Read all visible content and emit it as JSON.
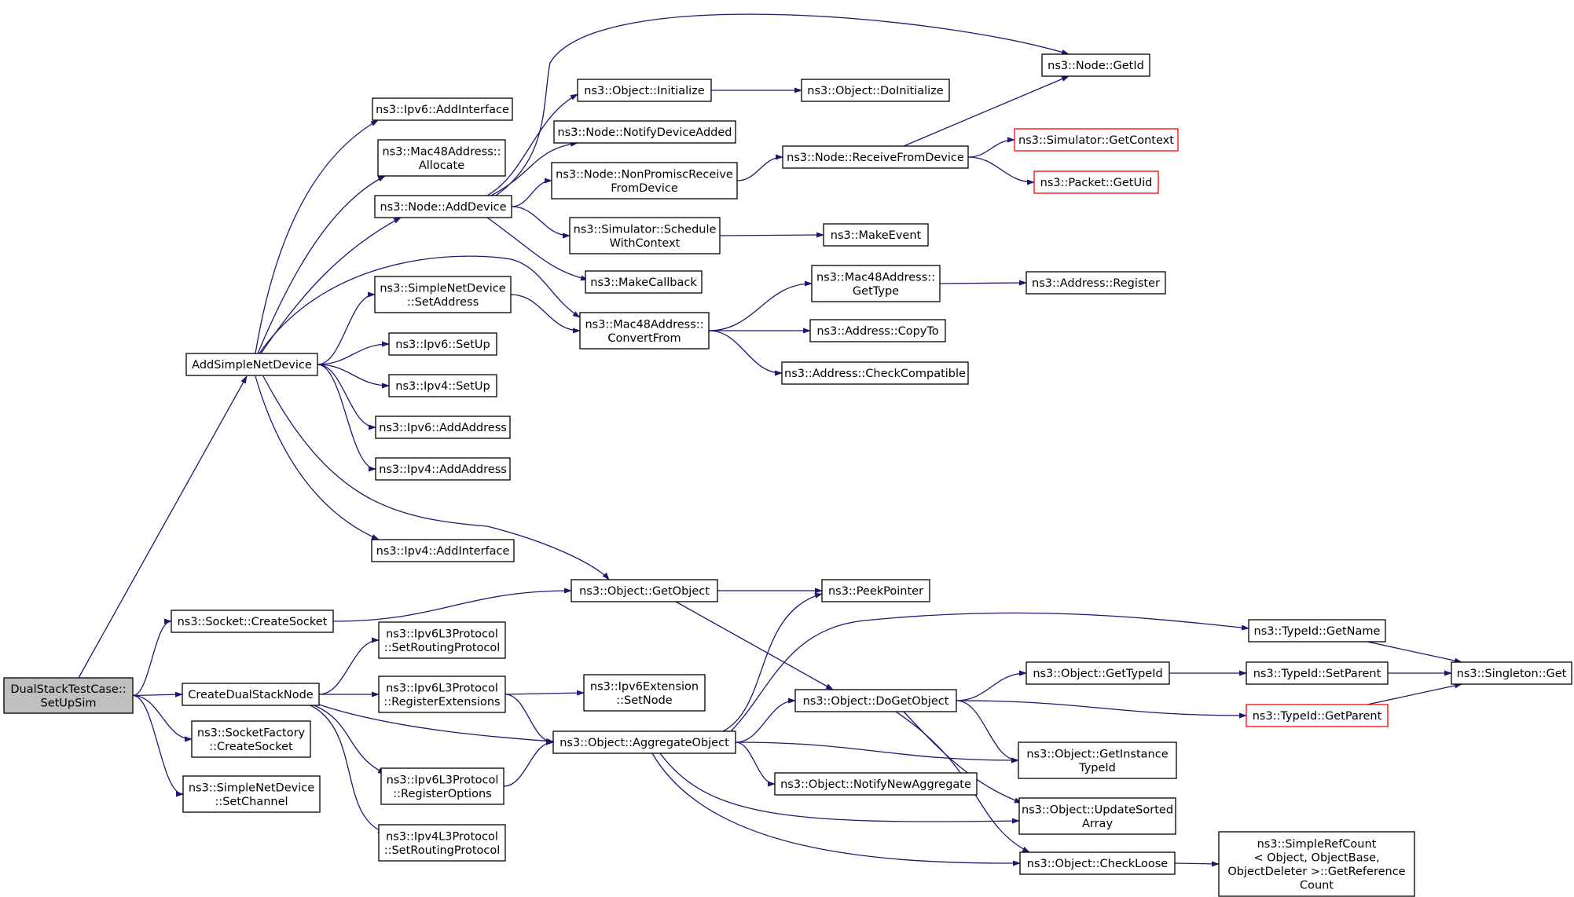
{
  "colors": {
    "edge": "#191970",
    "root_fill": "#bfbfbf",
    "truncated_border": "#ff0000"
  },
  "nodes": [
    {
      "id": "n0",
      "lines": [
        "DualStackTestCase::",
        "SetUpSim"
      ],
      "root": true
    },
    {
      "id": "n1",
      "lines": [
        "AddSimpleNetDevice"
      ]
    },
    {
      "id": "n2",
      "lines": [
        "ns3::Socket::CreateSocket"
      ]
    },
    {
      "id": "n3",
      "lines": [
        "CreateDualStackNode"
      ]
    },
    {
      "id": "n4",
      "lines": [
        "ns3::SocketFactory",
        "::CreateSocket"
      ]
    },
    {
      "id": "n5",
      "lines": [
        "ns3::SimpleNetDevice",
        "::SetChannel"
      ]
    },
    {
      "id": "n6",
      "lines": [
        "ns3::Ipv6::AddInterface"
      ]
    },
    {
      "id": "n7",
      "lines": [
        "ns3::Mac48Address::",
        "Allocate"
      ]
    },
    {
      "id": "n8",
      "lines": [
        "ns3::Node::AddDevice"
      ]
    },
    {
      "id": "n9",
      "lines": [
        "ns3::SimpleNetDevice",
        "::SetAddress"
      ]
    },
    {
      "id": "n10",
      "lines": [
        "ns3::Ipv6::SetUp"
      ]
    },
    {
      "id": "n11",
      "lines": [
        "ns3::Ipv4::SetUp"
      ]
    },
    {
      "id": "n12",
      "lines": [
        "ns3::Ipv6::AddAddress"
      ]
    },
    {
      "id": "n13",
      "lines": [
        "ns3::Ipv4::AddAddress"
      ]
    },
    {
      "id": "n14",
      "lines": [
        "ns3::Ipv4::AddInterface"
      ]
    },
    {
      "id": "n15",
      "lines": [
        "ns3::Ipv6L3Protocol",
        "::SetRoutingProtocol"
      ]
    },
    {
      "id": "n16",
      "lines": [
        "ns3::Ipv6L3Protocol",
        "::RegisterExtensions"
      ]
    },
    {
      "id": "n17",
      "lines": [
        "ns3::Ipv6L3Protocol",
        "::RegisterOptions"
      ]
    },
    {
      "id": "n18",
      "lines": [
        "ns3::Ipv4L3Protocol",
        "::SetRoutingProtocol"
      ]
    },
    {
      "id": "n19",
      "lines": [
        "ns3::Object::Initialize"
      ]
    },
    {
      "id": "n20",
      "lines": [
        "ns3::Node::NotifyDeviceAdded"
      ]
    },
    {
      "id": "n21",
      "lines": [
        "ns3::Node::NonPromiscReceive",
        "FromDevice"
      ]
    },
    {
      "id": "n22",
      "lines": [
        "ns3::Simulator::Schedule",
        "WithContext"
      ]
    },
    {
      "id": "n23",
      "lines": [
        "ns3::MakeCallback"
      ]
    },
    {
      "id": "n24",
      "lines": [
        "ns3::Mac48Address::",
        "ConvertFrom"
      ]
    },
    {
      "id": "n25",
      "lines": [
        "ns3::Object::GetObject"
      ]
    },
    {
      "id": "n26",
      "lines": [
        "ns3::Ipv6Extension",
        "::SetNode"
      ]
    },
    {
      "id": "n27",
      "lines": [
        "ns3::Object::AggregateObject"
      ]
    },
    {
      "id": "n28",
      "lines": [
        "ns3::Object::DoInitialize"
      ]
    },
    {
      "id": "n29",
      "lines": [
        "ns3::Node::ReceiveFromDevice"
      ]
    },
    {
      "id": "n30",
      "lines": [
        "ns3::MakeEvent"
      ]
    },
    {
      "id": "n31",
      "lines": [
        "ns3::Mac48Address::",
        "GetType"
      ]
    },
    {
      "id": "n32",
      "lines": [
        "ns3::Address::CopyTo"
      ]
    },
    {
      "id": "n33",
      "lines": [
        "ns3::Address::CheckCompatible"
      ]
    },
    {
      "id": "n34",
      "lines": [
        "ns3::PeekPointer"
      ]
    },
    {
      "id": "n35",
      "lines": [
        "ns3::Object::DoGetObject"
      ]
    },
    {
      "id": "n36",
      "lines": [
        "ns3::Object::NotifyNewAggregate"
      ]
    },
    {
      "id": "n37",
      "lines": [
        "ns3::Node::GetId"
      ]
    },
    {
      "id": "n38",
      "lines": [
        "ns3::Simulator::GetContext"
      ],
      "truncated": true
    },
    {
      "id": "n39",
      "lines": [
        "ns3::Packet::GetUid"
      ],
      "truncated": true
    },
    {
      "id": "n40",
      "lines": [
        "ns3::Address::Register"
      ]
    },
    {
      "id": "n41",
      "lines": [
        "ns3::Object::GetTypeId"
      ]
    },
    {
      "id": "n42",
      "lines": [
        "ns3::Object::GetInstance",
        "TypeId"
      ]
    },
    {
      "id": "n43",
      "lines": [
        "ns3::Object::UpdateSorted",
        "Array"
      ]
    },
    {
      "id": "n44",
      "lines": [
        "ns3::Object::CheckLoose"
      ]
    },
    {
      "id": "n45",
      "lines": [
        "ns3::TypeId::GetName"
      ]
    },
    {
      "id": "n46",
      "lines": [
        "ns3::TypeId::SetParent"
      ]
    },
    {
      "id": "n47",
      "lines": [
        "ns3::TypeId::GetParent"
      ],
      "truncated": true
    },
    {
      "id": "n48",
      "lines": [
        "ns3::SimpleRefCount",
        "< Object, ObjectBase,",
        " ObjectDeleter >::GetReference",
        "Count"
      ]
    },
    {
      "id": "n49",
      "lines": [
        "ns3::Singleton::Get"
      ]
    }
  ],
  "edges": [
    [
      "n0",
      "n1"
    ],
    [
      "n0",
      "n2"
    ],
    [
      "n0",
      "n3"
    ],
    [
      "n0",
      "n4"
    ],
    [
      "n0",
      "n5"
    ],
    [
      "n1",
      "n6"
    ],
    [
      "n1",
      "n7"
    ],
    [
      "n1",
      "n8"
    ],
    [
      "n1",
      "n9"
    ],
    [
      "n1",
      "n10"
    ],
    [
      "n1",
      "n11"
    ],
    [
      "n1",
      "n12"
    ],
    [
      "n1",
      "n13"
    ],
    [
      "n1",
      "n14"
    ],
    [
      "n1",
      "n24"
    ],
    [
      "n1",
      "n25"
    ],
    [
      "n2",
      "n25"
    ],
    [
      "n3",
      "n15"
    ],
    [
      "n3",
      "n16"
    ],
    [
      "n3",
      "n17"
    ],
    [
      "n3",
      "n18"
    ],
    [
      "n3",
      "n27"
    ],
    [
      "n8",
      "n37"
    ],
    [
      "n8",
      "n19"
    ],
    [
      "n8",
      "n20"
    ],
    [
      "n8",
      "n21"
    ],
    [
      "n8",
      "n22"
    ],
    [
      "n8",
      "n23"
    ],
    [
      "n9",
      "n24"
    ],
    [
      "n16",
      "n26"
    ],
    [
      "n16",
      "n27"
    ],
    [
      "n17",
      "n27"
    ],
    [
      "n19",
      "n28"
    ],
    [
      "n21",
      "n29"
    ],
    [
      "n22",
      "n30"
    ],
    [
      "n24",
      "n31"
    ],
    [
      "n24",
      "n32"
    ],
    [
      "n24",
      "n33"
    ],
    [
      "n25",
      "n34"
    ],
    [
      "n25",
      "n35"
    ],
    [
      "n27",
      "n34"
    ],
    [
      "n27",
      "n35"
    ],
    [
      "n27",
      "n36"
    ],
    [
      "n27",
      "n42"
    ],
    [
      "n27",
      "n43"
    ],
    [
      "n27",
      "n44"
    ],
    [
      "n27",
      "n45"
    ],
    [
      "n29",
      "n37"
    ],
    [
      "n29",
      "n38"
    ],
    [
      "n29",
      "n39"
    ],
    [
      "n31",
      "n40"
    ],
    [
      "n35",
      "n41"
    ],
    [
      "n35",
      "n47"
    ],
    [
      "n35",
      "n42"
    ],
    [
      "n35",
      "n43"
    ],
    [
      "n35",
      "n44"
    ],
    [
      "n41",
      "n46"
    ],
    [
      "n44",
      "n48"
    ],
    [
      "n45",
      "n49"
    ],
    [
      "n46",
      "n49"
    ],
    [
      "n47",
      "n49"
    ]
  ]
}
